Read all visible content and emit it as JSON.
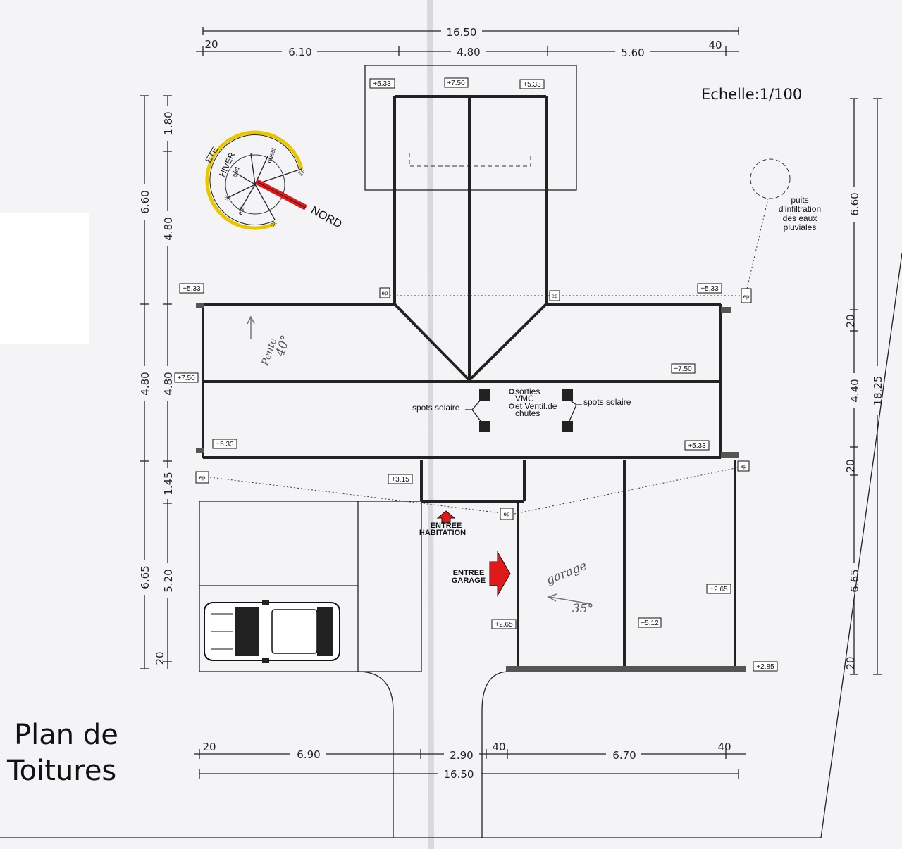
{
  "title": [
    "Plan de",
    "Toitures"
  ],
  "scale": "Echelle:1/100",
  "dims": {
    "top_total": "16.50",
    "top_segments": [
      "20",
      "6.10",
      "4.80",
      "5.60",
      "40"
    ],
    "left_outer": [
      "6.60",
      "4.80",
      "6.65"
    ],
    "left_inner": [
      "1.80",
      "4.80",
      "4.80",
      "1.45",
      "5.20",
      "20"
    ],
    "right_inner": [
      "6.60",
      "20",
      "4.40",
      "20",
      "6.65",
      "20"
    ],
    "right_total": "18.25",
    "bottom_segments": [
      "20",
      "6.90",
      "2.90",
      "40",
      "6.70",
      "40"
    ],
    "bottom_total": "16.50"
  },
  "levels": {
    "tower_left": "+5.33",
    "tower_ridge": "+7.50",
    "tower_right": "+5.33",
    "wing_top_left": "+5.33",
    "wing_top_right": "+5.33",
    "ridge_left": "+7.50",
    "ridge_right": "+7.50",
    "wing_bot_left": "+5.33",
    "wing_bot_right": "+5.33",
    "entry_roof": "+3.15",
    "garage_left": "+2.65",
    "garage_mid": "+5.12",
    "garage_right": "+2.65",
    "garage_corner": "+2.85"
  },
  "ep": "ep",
  "labels": {
    "spots_left": "spots solaire",
    "spots_right": "spots solaire",
    "vmc": [
      "sorties",
      "VMC",
      "et Ventil.de",
      "chutes"
    ],
    "entree_habitation": [
      "ENTREE",
      "HABITATION"
    ],
    "entree_garage": [
      "ENTREE",
      "GARAGE"
    ],
    "puits": [
      "puits",
      "d'infiltration",
      "des eaux",
      "pluviales"
    ]
  },
  "handwritten": {
    "pente": "Pente",
    "angle_main": "40°",
    "garage": "garage",
    "angle_garage": "35°"
  },
  "compass": {
    "ete": "ETE",
    "hiver": "HIVER",
    "nord": "NORD",
    "sud": "sud",
    "ouest": "ouest",
    "est": "est"
  },
  "colors": {
    "accent_red": "#e01a1a",
    "compass_yellow": "#e8c600",
    "line": "#222222"
  }
}
